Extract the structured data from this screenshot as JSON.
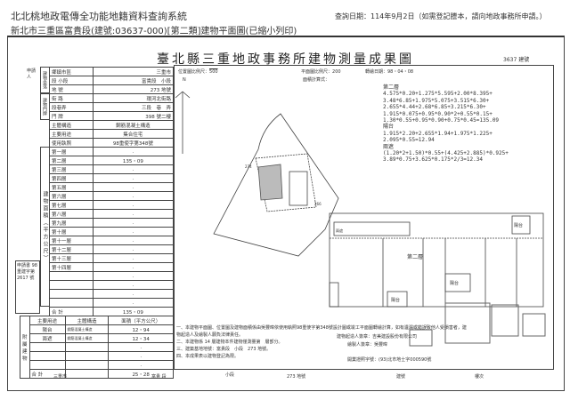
{
  "header": {
    "system_title": "北北桃地政電傳全功能地籍資料查詢系統",
    "subtitle": "新北市三重區富貴段(建號:03637-000)[第二類]建物平面圖(已縮小列印)",
    "query_date": "查詢日期：114年9月2日（如需登記謄本，請向地政事務所申請。）"
  },
  "doc": {
    "title": "臺北縣三重地政事務所建物測量成果圖",
    "build_no": "3637",
    "build_no_label": "建號",
    "location_scale_label": "位置圖比例尺：",
    "location_scale": "500",
    "north": "N",
    "plan_scale_label": "平面圖比例尺：",
    "plan_scale": "200",
    "area_formula_label": "面積計算式：",
    "survey_date": "轉繪日期：98・04・08"
  },
  "left_table": {
    "applicant": "申請人",
    "owner_col": "建物坐落",
    "rows": [
      {
        "label": "鄉鎮市區",
        "value": "三重市"
      },
      {
        "label": "段 小段",
        "value": "富貴段　小段"
      },
      {
        "label": "地 號",
        "value": "273 地號"
      },
      {
        "label": "街 路",
        "value": "環河北街路"
      },
      {
        "label": "段巷弄",
        "value": "三段　巷　弄"
      },
      {
        "label": "門 牌",
        "value": "398 號二樓"
      },
      {
        "label": "主體構造",
        "value": "鋼筋混凝土構造"
      },
      {
        "label": "主要用途",
        "value": "集合住宅"
      },
      {
        "label": "使用執照",
        "value": "98重使字第348號"
      }
    ],
    "door_group": "建物門牌",
    "area_group": "建物面積（平方公尺）",
    "floors": [
      {
        "label": "第一層",
        "value": "."
      },
      {
        "label": "第二層",
        "value": "135・09"
      },
      {
        "label": "第三層",
        "value": "."
      },
      {
        "label": "第四層",
        "value": "."
      },
      {
        "label": "第五層",
        "value": "."
      },
      {
        "label": "第六層",
        "value": "."
      },
      {
        "label": "第七層",
        "value": "."
      },
      {
        "label": "第八層",
        "value": "."
      },
      {
        "label": "第九層",
        "value": "."
      },
      {
        "label": "第十層",
        "value": "."
      },
      {
        "label": "第十一層",
        "value": "."
      },
      {
        "label": "第十二層",
        "value": "."
      },
      {
        "label": "第十三層",
        "value": "."
      },
      {
        "label": "第十四層",
        "value": "."
      }
    ],
    "blank_values": [
      ".",
      ".",
      ".",
      "."
    ],
    "total_label": "合 計",
    "total": "135・09",
    "application": "申請書 98 重建字第 2617 號"
  },
  "accessory": {
    "group": "附屬建物",
    "headers": [
      "主要用途",
      "主體構造",
      "面積（平方公尺）"
    ],
    "rows": [
      {
        "use": "陽台",
        "structure": "鋼筋混凝土構造",
        "area": "12・94"
      },
      {
        "use": "兩遮",
        "structure": "鋼筋混凝土構造",
        "area": "12・34"
      }
    ],
    "blank_values": [
      ".",
      ".",
      "."
    ],
    "total_label": "合 計",
    "total": "25・28"
  },
  "calc": {
    "lines": [
      "第二層",
      "4.575*0.20+1.275*5.595+2.00*8.395+",
      "3.48*6.85+1.975*5.075+3.515*6.30+",
      "2.655*4.44+2.68*6.85+3.215*6.30+",
      "1.915*0.075+0.95*0.90*2+0.55*0.15+",
      "1.30*0.55+0.95*0.90+0.75*0.45=135.09",
      "陽台",
      "1.915*2.20+2.655*1.94+1.975*1.225+",
      "2.095*0.55=12.94",
      "兩遮",
      "(1.20*2+1.50)*0.55+(4.425+2.885)*0.925+",
      "3.89*0.75+3.625*0.175*2/3=12.34"
    ]
  },
  "plan": {
    "floor_label": "第二層",
    "balcony": "陽台",
    "rain_shelter": "兩遮",
    "lot_no": "274",
    "lot_no2": "266"
  },
  "notes": [
    "一、本建物平面圖、位置圖及建物面積係由吳豐暐依使用執照98重使字第348號設計圖或竣工平面圖轉繪計算，如有遺漏或錯誤致他人受損害者，建物起造人及繪製人願負法律責任。",
    "二、本建物係 14 層建物本件建物僅測量第　層部分。",
    "三、建築基地地號：富貴段　小段　273 地號。",
    "四、本成果表以建物登記為限。"
  ],
  "signers": {
    "owner": "建物起造人簽章：吉美建設股份有限公司",
    "drafter": "繪製人簽章：吳豐暐",
    "license": "開業證照字號：(93)北市地士字000590號"
  },
  "footer": {
    "city": "三重市",
    "section": "富貴 段",
    "subsection": "小段",
    "lot": "273 地號",
    "build": "建號",
    "floor": "樓次"
  }
}
